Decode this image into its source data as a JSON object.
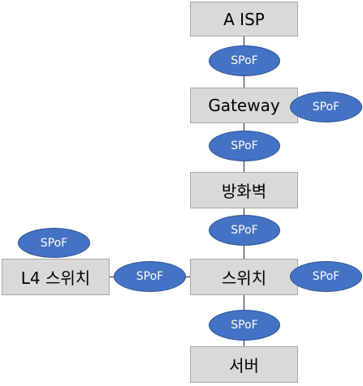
{
  "diagram": {
    "nodes": {
      "isp": "A ISP",
      "gateway": "Gateway",
      "firewall": "방화벽",
      "switch": "스위치",
      "l4_switch": "L4 스위치",
      "server": "서버"
    },
    "spof_label": "SPoF",
    "colors": {
      "node_fill": "#d9d9d9",
      "node_border": "#a6a6a6",
      "spof_fill": "#4472c4",
      "spof_border": "#2f528f",
      "line": "#262626"
    }
  }
}
